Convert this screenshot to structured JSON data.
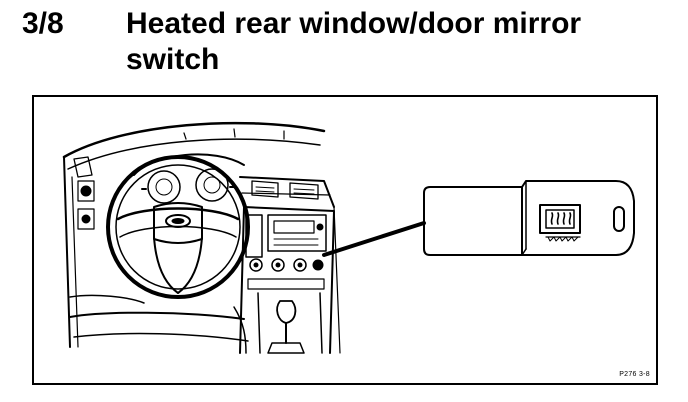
{
  "heading": {
    "number": "3/8",
    "title": "Heated rear window/door mirror switch"
  },
  "figure": {
    "code": "P276 3-8",
    "icons": [
      "dashboard-illustration",
      "switch-closeup-illustration",
      "heated-rear-window-icon"
    ]
  }
}
